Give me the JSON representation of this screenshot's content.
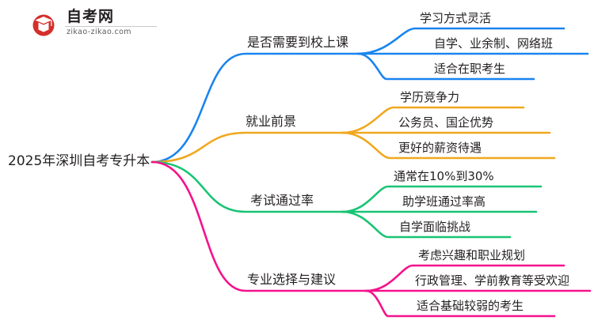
{
  "logo": {
    "icon": "graduation-cap-logo-icon",
    "title": "自考网",
    "domain": "zikao-zikao.com"
  },
  "mindmap": {
    "root": {
      "label": "2025年深圳自考专升本"
    },
    "branches": [
      {
        "label": "是否需要到校上课",
        "color": "#1a84f0",
        "children": [
          {
            "label": "学习方式灵活"
          },
          {
            "label": "自学、业余制、网络班"
          },
          {
            "label": "适合在职考生"
          }
        ]
      },
      {
        "label": "就业前景",
        "color": "#f0a81e",
        "children": [
          {
            "label": "学历竞争力"
          },
          {
            "label": "公务员、国企优势"
          },
          {
            "label": "更好的薪资待遇"
          }
        ]
      },
      {
        "label": "考试通过率",
        "color": "#18c473",
        "children": [
          {
            "label": "通常在10%到30%"
          },
          {
            "label": "助学班通过率高"
          },
          {
            "label": "自学面临挑战"
          }
        ]
      },
      {
        "label": "专业选择与建议",
        "color": "#f5118c",
        "children": [
          {
            "label": "考虑兴趣和职业规划"
          },
          {
            "label": "行政管理、学前教育等受欢迎"
          },
          {
            "label": "适合基础较弱的考生"
          }
        ]
      }
    ]
  }
}
